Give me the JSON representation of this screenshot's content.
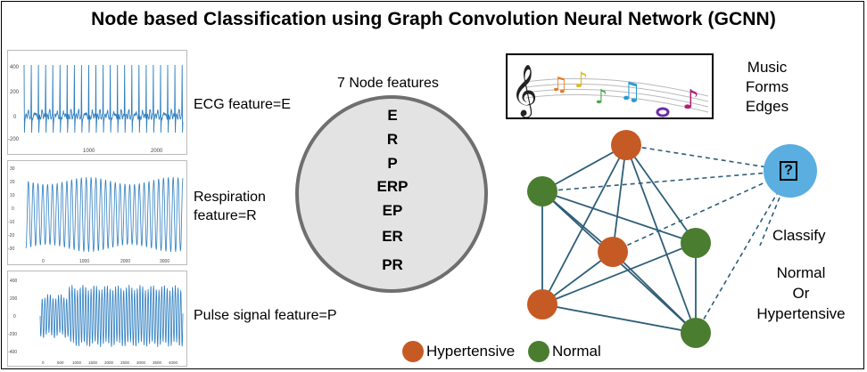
{
  "title": "Node based Classification using Graph Convolution Neural Network (GCNN)",
  "signals": {
    "ecg": {
      "label": "ECG feature=E",
      "y_ticks": [
        "400",
        "200",
        "0",
        "-200"
      ],
      "x_ticks": [
        "1000",
        "2000"
      ]
    },
    "respiration": {
      "label_line1": "Respiration",
      "label_line2": "feature=R",
      "y_ticks": [
        "30",
        "20",
        "10",
        "0",
        "-10",
        "-20",
        "-30"
      ],
      "x_ticks": [
        "0",
        "1000",
        "2000",
        "3000"
      ]
    },
    "pulse": {
      "label": "Pulse signal feature=P",
      "y_ticks": [
        "400",
        "200",
        "0",
        "-200",
        "-400"
      ],
      "x_ticks": [
        "0",
        "500",
        "1000",
        "1500",
        "2000",
        "2500",
        "3000",
        "3500",
        "4000"
      ]
    }
  },
  "node_features": {
    "heading": "7 Node features",
    "items": [
      "E",
      "R",
      "P",
      "ERP",
      "EP",
      "ER",
      "PR"
    ]
  },
  "music": {
    "line1": "Music",
    "line2": "Forms",
    "line3": "Edges"
  },
  "classify": {
    "label": "Classify",
    "outcome_line1": "Normal",
    "outcome_line2": "Or",
    "outcome_line3": "Hypertensive",
    "unknown_symbol": "?"
  },
  "legend": {
    "hypertensive": "Hypertensive",
    "normal": "Normal"
  },
  "colors": {
    "hypertensive": "#c65a24",
    "normal": "#4a7d2f",
    "unknown": "#5aaee0",
    "edge": "#2e5e78",
    "signal": "#2f7fc0",
    "ellipse_fill": "#e3e3e3",
    "ellipse_stroke": "#6f6f6f"
  }
}
